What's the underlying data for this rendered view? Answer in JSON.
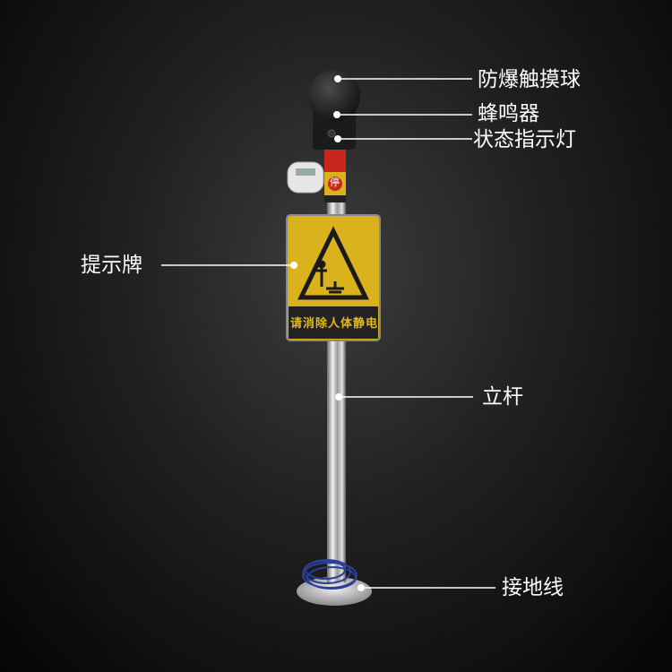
{
  "callouts": {
    "ball": "防爆触摸球",
    "buzzer": "蜂鸣器",
    "indicator": "状态指示灯",
    "sign": "提示牌",
    "pole": "立杆",
    "ground_wire": "接地线"
  },
  "sign": {
    "text": "请消除人体静电",
    "stop_glyph": "停"
  },
  "colors": {
    "sign_yellow": "#d9b21e",
    "label_red": "#c9271d",
    "wire_blue": "#2a3f9a"
  }
}
